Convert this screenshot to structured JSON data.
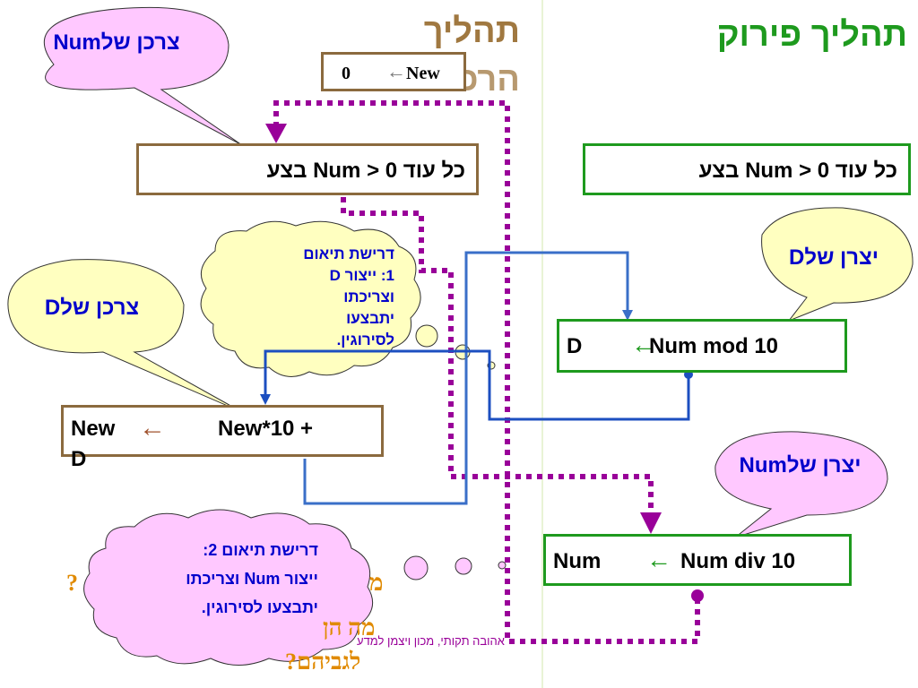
{
  "titles": {
    "right": "תהליך פירוק",
    "left_line1": "תהליך",
    "left_line2": "הרכבה"
  },
  "init_box": {
    "value": "0",
    "var": "New"
  },
  "loop_left": {
    "text": "כל עוד Num > 0 בצע"
  },
  "loop_right": {
    "text": "כל עוד Num > 0 בצע"
  },
  "mod_box": {
    "target": "D",
    "expr": "Num mod 10"
  },
  "new_box": {
    "target": "New",
    "expr": "New*10 +",
    "tail": "D"
  },
  "div_box": {
    "target": "Num",
    "expr": "Num div 10"
  },
  "callouts": {
    "num_consumer": "צרכן שלNum",
    "d_consumer": "צרכן שלD",
    "d_producer": "יצרן שלD",
    "num_producer": "יצרן שלNum"
  },
  "clouds": {
    "cloud1": {
      "l1": "דרישת  תיאום",
      "l2": "1: ייצור D",
      "l3": "וצריכתו",
      "l4": "יתבצעו",
      "l5": "לסירוגין."
    },
    "cloud2": {
      "l1": "דרישת  תיאום 2:",
      "l2": "ייצור Num  וצריכתו",
      "l3": "יתבצעו לסירוגין."
    }
  },
  "hidden_text": {
    "q1": "מ",
    "q2": "מה הן",
    "q3": "לגביהם?",
    "qmark": "?"
  },
  "footer": "אהובה תקותי, מכון ויצמן למדע",
  "colors": {
    "brown": "#8b6a3e",
    "green": "#1e9a1e",
    "purple": "#990099",
    "blue": "#1c4fc0",
    "orange": "#e08a00",
    "title_green": "#1e9a1e",
    "title_brown": "#a07840"
  }
}
